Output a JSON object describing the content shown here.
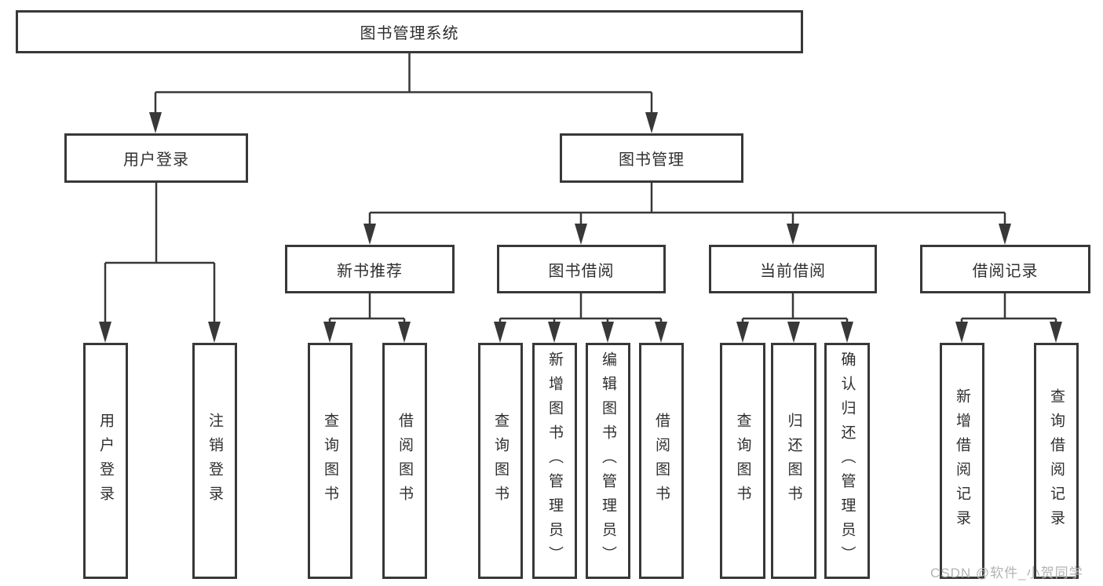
{
  "colors": {
    "line": "#383838",
    "box_border": "#383838",
    "text": "#2f2f2f",
    "watermark": "#b3b3b3",
    "background": "#ffffff"
  },
  "watermark": {
    "text": "CSDN @软件_小贺同学"
  },
  "tree": {
    "root": {
      "label": "图书管理系统"
    },
    "children": [
      {
        "label": "用户登录",
        "children": [
          {
            "label": "用户登录"
          },
          {
            "label": "注销登录"
          }
        ]
      },
      {
        "label": "图书管理",
        "children": [
          {
            "label": "新书推荐",
            "children": [
              {
                "label": "查询图书"
              },
              {
                "label": "借阅图书"
              }
            ]
          },
          {
            "label": "图书借阅",
            "children": [
              {
                "label": "查询图书"
              },
              {
                "label": "新增图书（管理员）"
              },
              {
                "label": "编辑图书（管理员）"
              },
              {
                "label": "借阅图书"
              }
            ]
          },
          {
            "label": "当前借阅",
            "children": [
              {
                "label": "查询图书"
              },
              {
                "label": "归还图书"
              },
              {
                "label": "确认归还（管理员）"
              }
            ]
          },
          {
            "label": "借阅记录",
            "children": [
              {
                "label": "新增借阅记录"
              },
              {
                "label": "查询借阅记录"
              }
            ]
          }
        ]
      }
    ]
  }
}
